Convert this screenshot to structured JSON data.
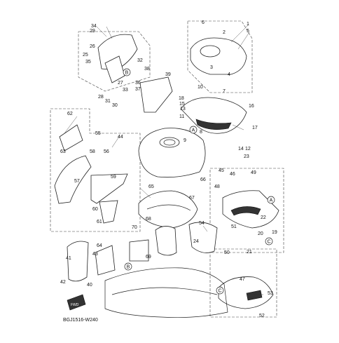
{
  "diagram_code": "BGJ1516-W240",
  "front_badge": "FWD",
  "refs": [
    "A",
    "B",
    "C"
  ],
  "callouts": [
    "1",
    "2",
    "3",
    "4",
    "5",
    "6",
    "7",
    "8",
    "9",
    "10",
    "11",
    "12",
    "13",
    "14",
    "15",
    "16",
    "17",
    "18",
    "19",
    "20",
    "21",
    "22",
    "23",
    "24",
    "25",
    "26",
    "27",
    "28",
    "29",
    "30",
    "31",
    "32",
    "33",
    "34",
    "35",
    "36",
    "37",
    "38",
    "39",
    "40",
    "41",
    "42",
    "43",
    "44",
    "45",
    "46",
    "47",
    "48",
    "49",
    "50",
    "51",
    "52",
    "53",
    "54",
    "55",
    "56",
    "57",
    "58",
    "59",
    "60",
    "61",
    "62",
    "63",
    "64",
    "65",
    "66",
    "67",
    "68",
    "69",
    "70"
  ]
}
